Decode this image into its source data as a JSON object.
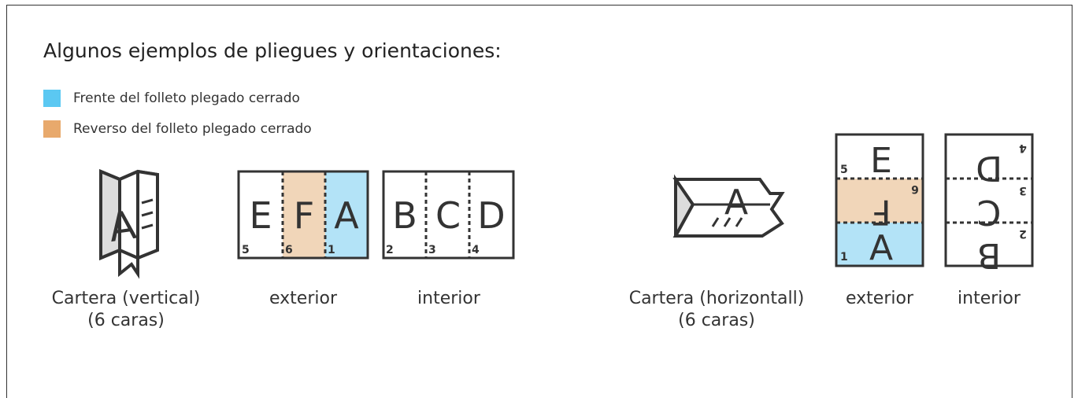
{
  "title": "Algunos ejemplos de pliegues y orientaciones:",
  "legend": [
    {
      "label": "Frente del folleto plegado cerrado",
      "color": "#5bc8f2"
    },
    {
      "label": "Reverso del folleto plegado cerrado",
      "color": "#e8a96c"
    }
  ],
  "colors": {
    "front": "#b3e3f7",
    "back": "#f1d6b9",
    "line": "#333333"
  },
  "vertical": {
    "icon_letter": "A",
    "caption_line1": "Cartera (vertical)",
    "caption_line2": "(6 caras)",
    "exterior": {
      "caption": "exterior",
      "panels": [
        {
          "letter": "E",
          "num": "5"
        },
        {
          "letter": "F",
          "num": "6"
        },
        {
          "letter": "A",
          "num": "1"
        }
      ]
    },
    "interior": {
      "caption": "interior",
      "panels": [
        {
          "letter": "B",
          "num": "2"
        },
        {
          "letter": "C",
          "num": "3"
        },
        {
          "letter": "D",
          "num": "4"
        }
      ]
    }
  },
  "horizontal": {
    "icon_letter": "A",
    "caption_line1": "Cartera (horizontall)",
    "caption_line2": "(6 caras)",
    "exterior": {
      "caption": "exterior",
      "panels": [
        {
          "letter": "E",
          "num": "5"
        },
        {
          "letter": "F",
          "num": "6"
        },
        {
          "letter": "A",
          "num": "1"
        }
      ]
    },
    "interior": {
      "caption": "interior",
      "panels": [
        {
          "letter": "D",
          "num": "4"
        },
        {
          "letter": "C",
          "num": "3"
        },
        {
          "letter": "B",
          "num": "2"
        }
      ]
    }
  }
}
